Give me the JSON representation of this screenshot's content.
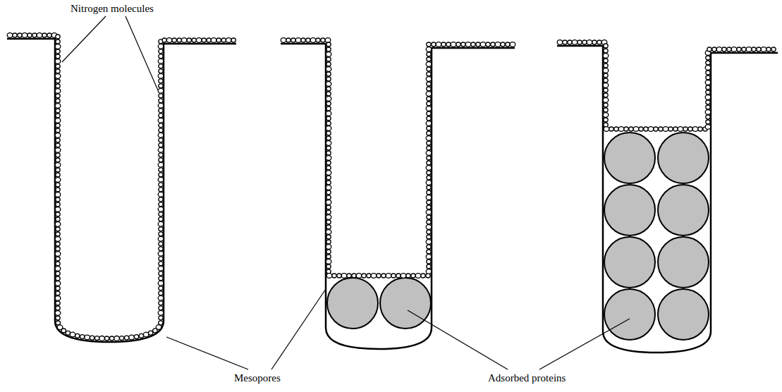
{
  "diagram": {
    "labels": [
      "Nitrogen molecules",
      "Mesopores",
      "Adsorbed proteins"
    ]
  }
}
